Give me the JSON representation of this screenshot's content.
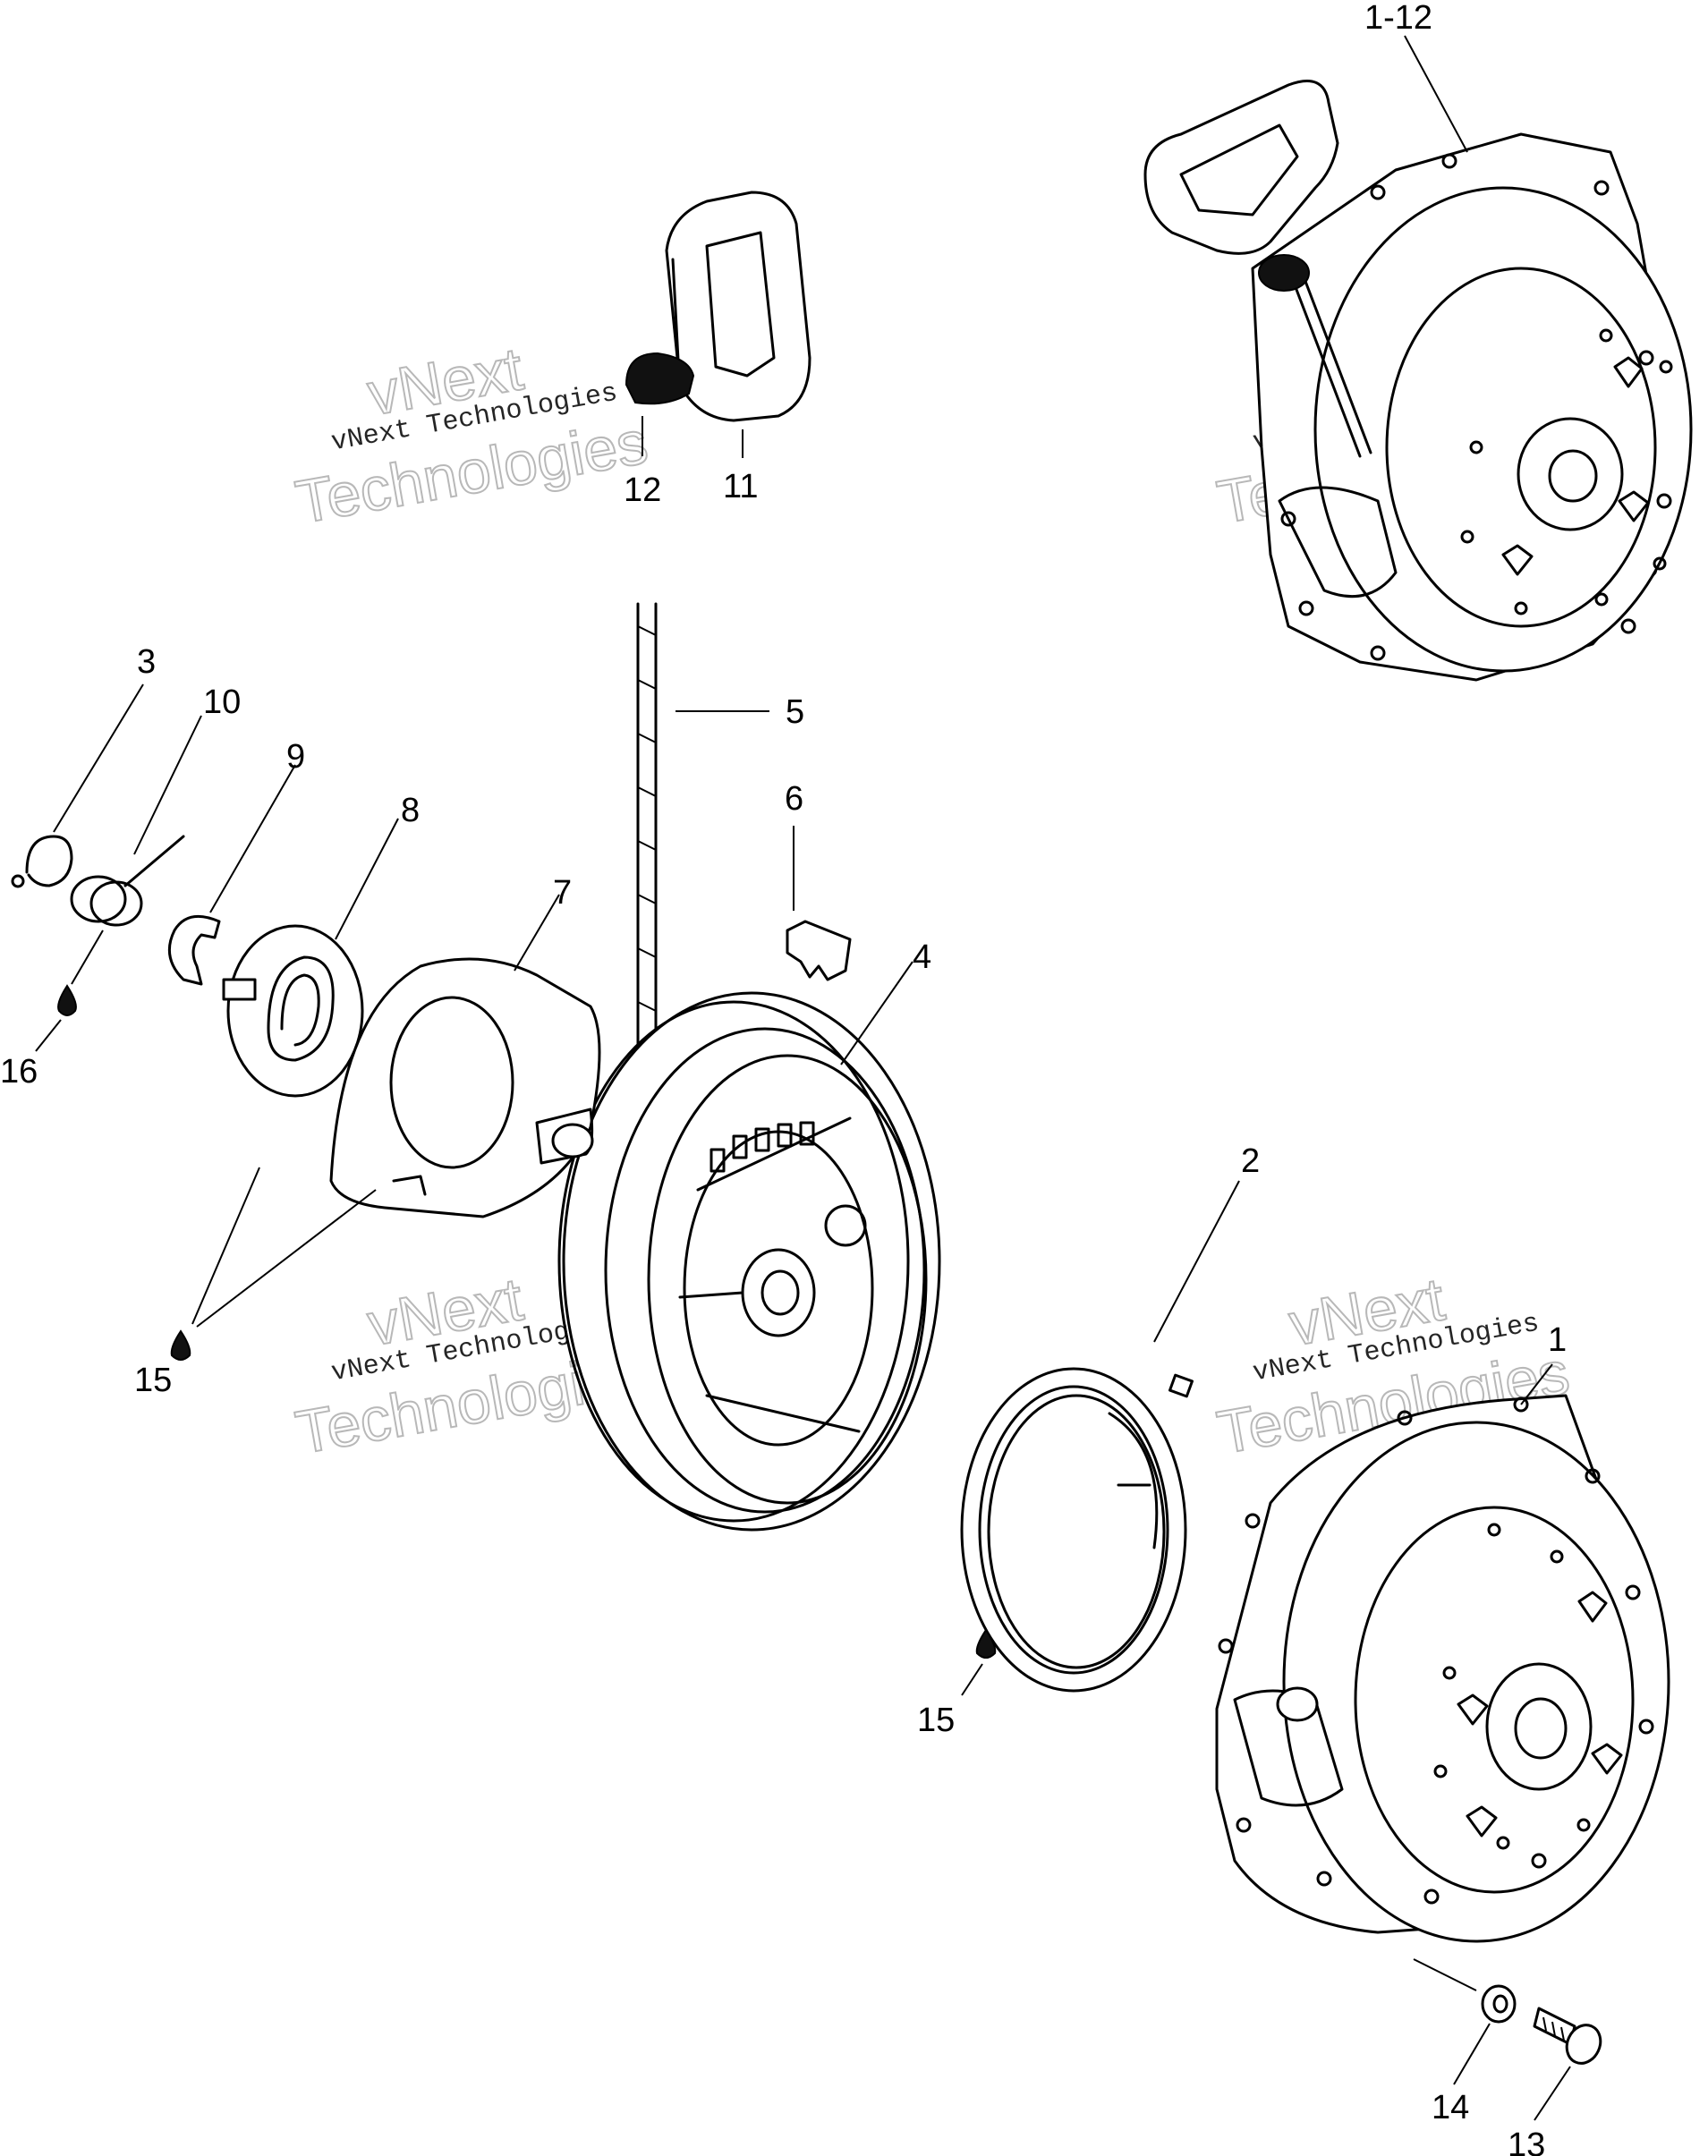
{
  "watermark": {
    "line1": "vNext",
    "line2": "Technologies",
    "small": "vNext Technologies"
  },
  "callouts": {
    "c1_12": "1-12",
    "c1": "1",
    "c2": "2",
    "c3": "3",
    "c4": "4",
    "c5": "5",
    "c6": "6",
    "c7": "7",
    "c8": "8",
    "c9": "9",
    "c10": "10",
    "c11": "11",
    "c12": "12",
    "c13": "13",
    "c14": "14",
    "c15a": "15",
    "c15b": "15",
    "c16": "16"
  }
}
